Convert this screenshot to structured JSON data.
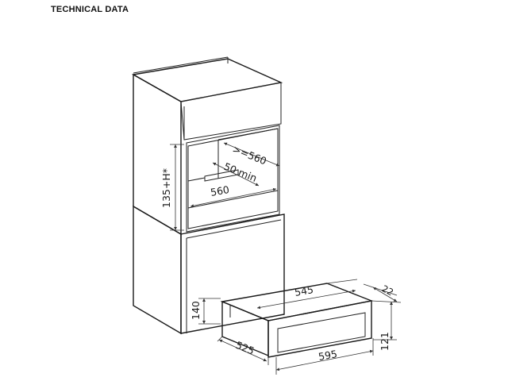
{
  "header": {
    "title": "TECHNICAL DATA"
  },
  "dimensions": {
    "niche_depth": ">=560",
    "gap": "50 min",
    "niche_width": "560",
    "niche_height": "135+H*",
    "drawer_niche_height": "140",
    "drawer_top_width": "545",
    "drawer_front_offset": "22",
    "drawer_depth": "525",
    "drawer_width": "595",
    "drawer_height": "121"
  },
  "colors": {
    "line": "#222222",
    "drawer_front": "#c8c8c8"
  }
}
